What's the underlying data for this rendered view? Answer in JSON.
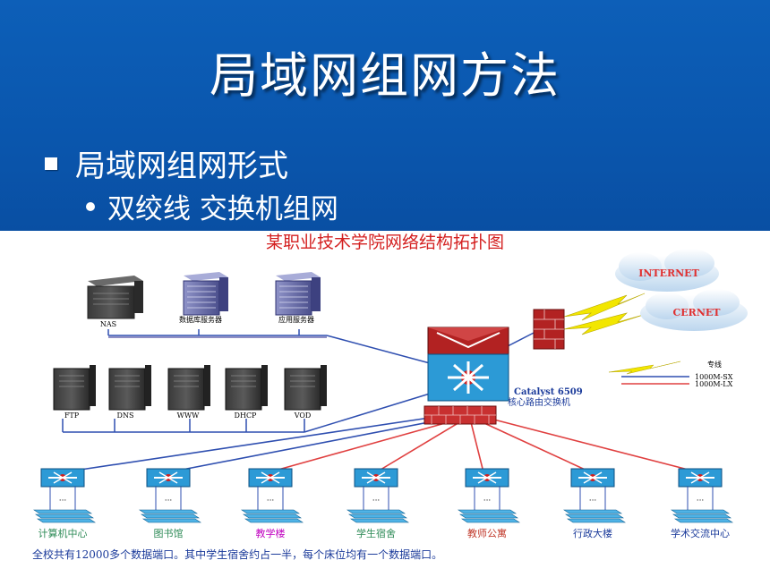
{
  "slide": {
    "title": "局域网组网方法",
    "bullet_1": "局域网组网形式",
    "bullet_2": "双绞线 交换机组网"
  },
  "diagram": {
    "title": "某职业技术学院网络结构拓扑图",
    "clouds": [
      "INTERNET",
      "CERNET"
    ],
    "servers_top": [
      "NAS",
      "数据库服务器",
      "应用服务器"
    ],
    "servers_bottom": [
      "FTP",
      "DNS",
      "WWW",
      "DHCP",
      "VOD"
    ],
    "core_switch": {
      "model": "Catalyst 6509",
      "name": "核心路由交换机"
    },
    "legend": {
      "title": "专线",
      "line1": "1000M-SX",
      "line2": "1000M-LX"
    },
    "buildings": [
      "计算机中心",
      "图书馆",
      "教学楼",
      "学生宿舍",
      "教师公寓",
      "行政大楼",
      "学术交流中心"
    ],
    "building_colors": [
      "#2e8b57",
      "#2e8b57",
      "#c000c0",
      "#2e8b57",
      "#c0392b",
      "#1a3a9a",
      "#1a3a9a"
    ],
    "footer": "全校共有12000多个数据端口。其中学生宿舍约占一半，每个床位均有一个数据端口。"
  },
  "colors": {
    "header_bg": "#0a56ad",
    "link_blue": "#2f4fb0",
    "link_red": "#e04040",
    "diagram_title": "#d42020"
  }
}
